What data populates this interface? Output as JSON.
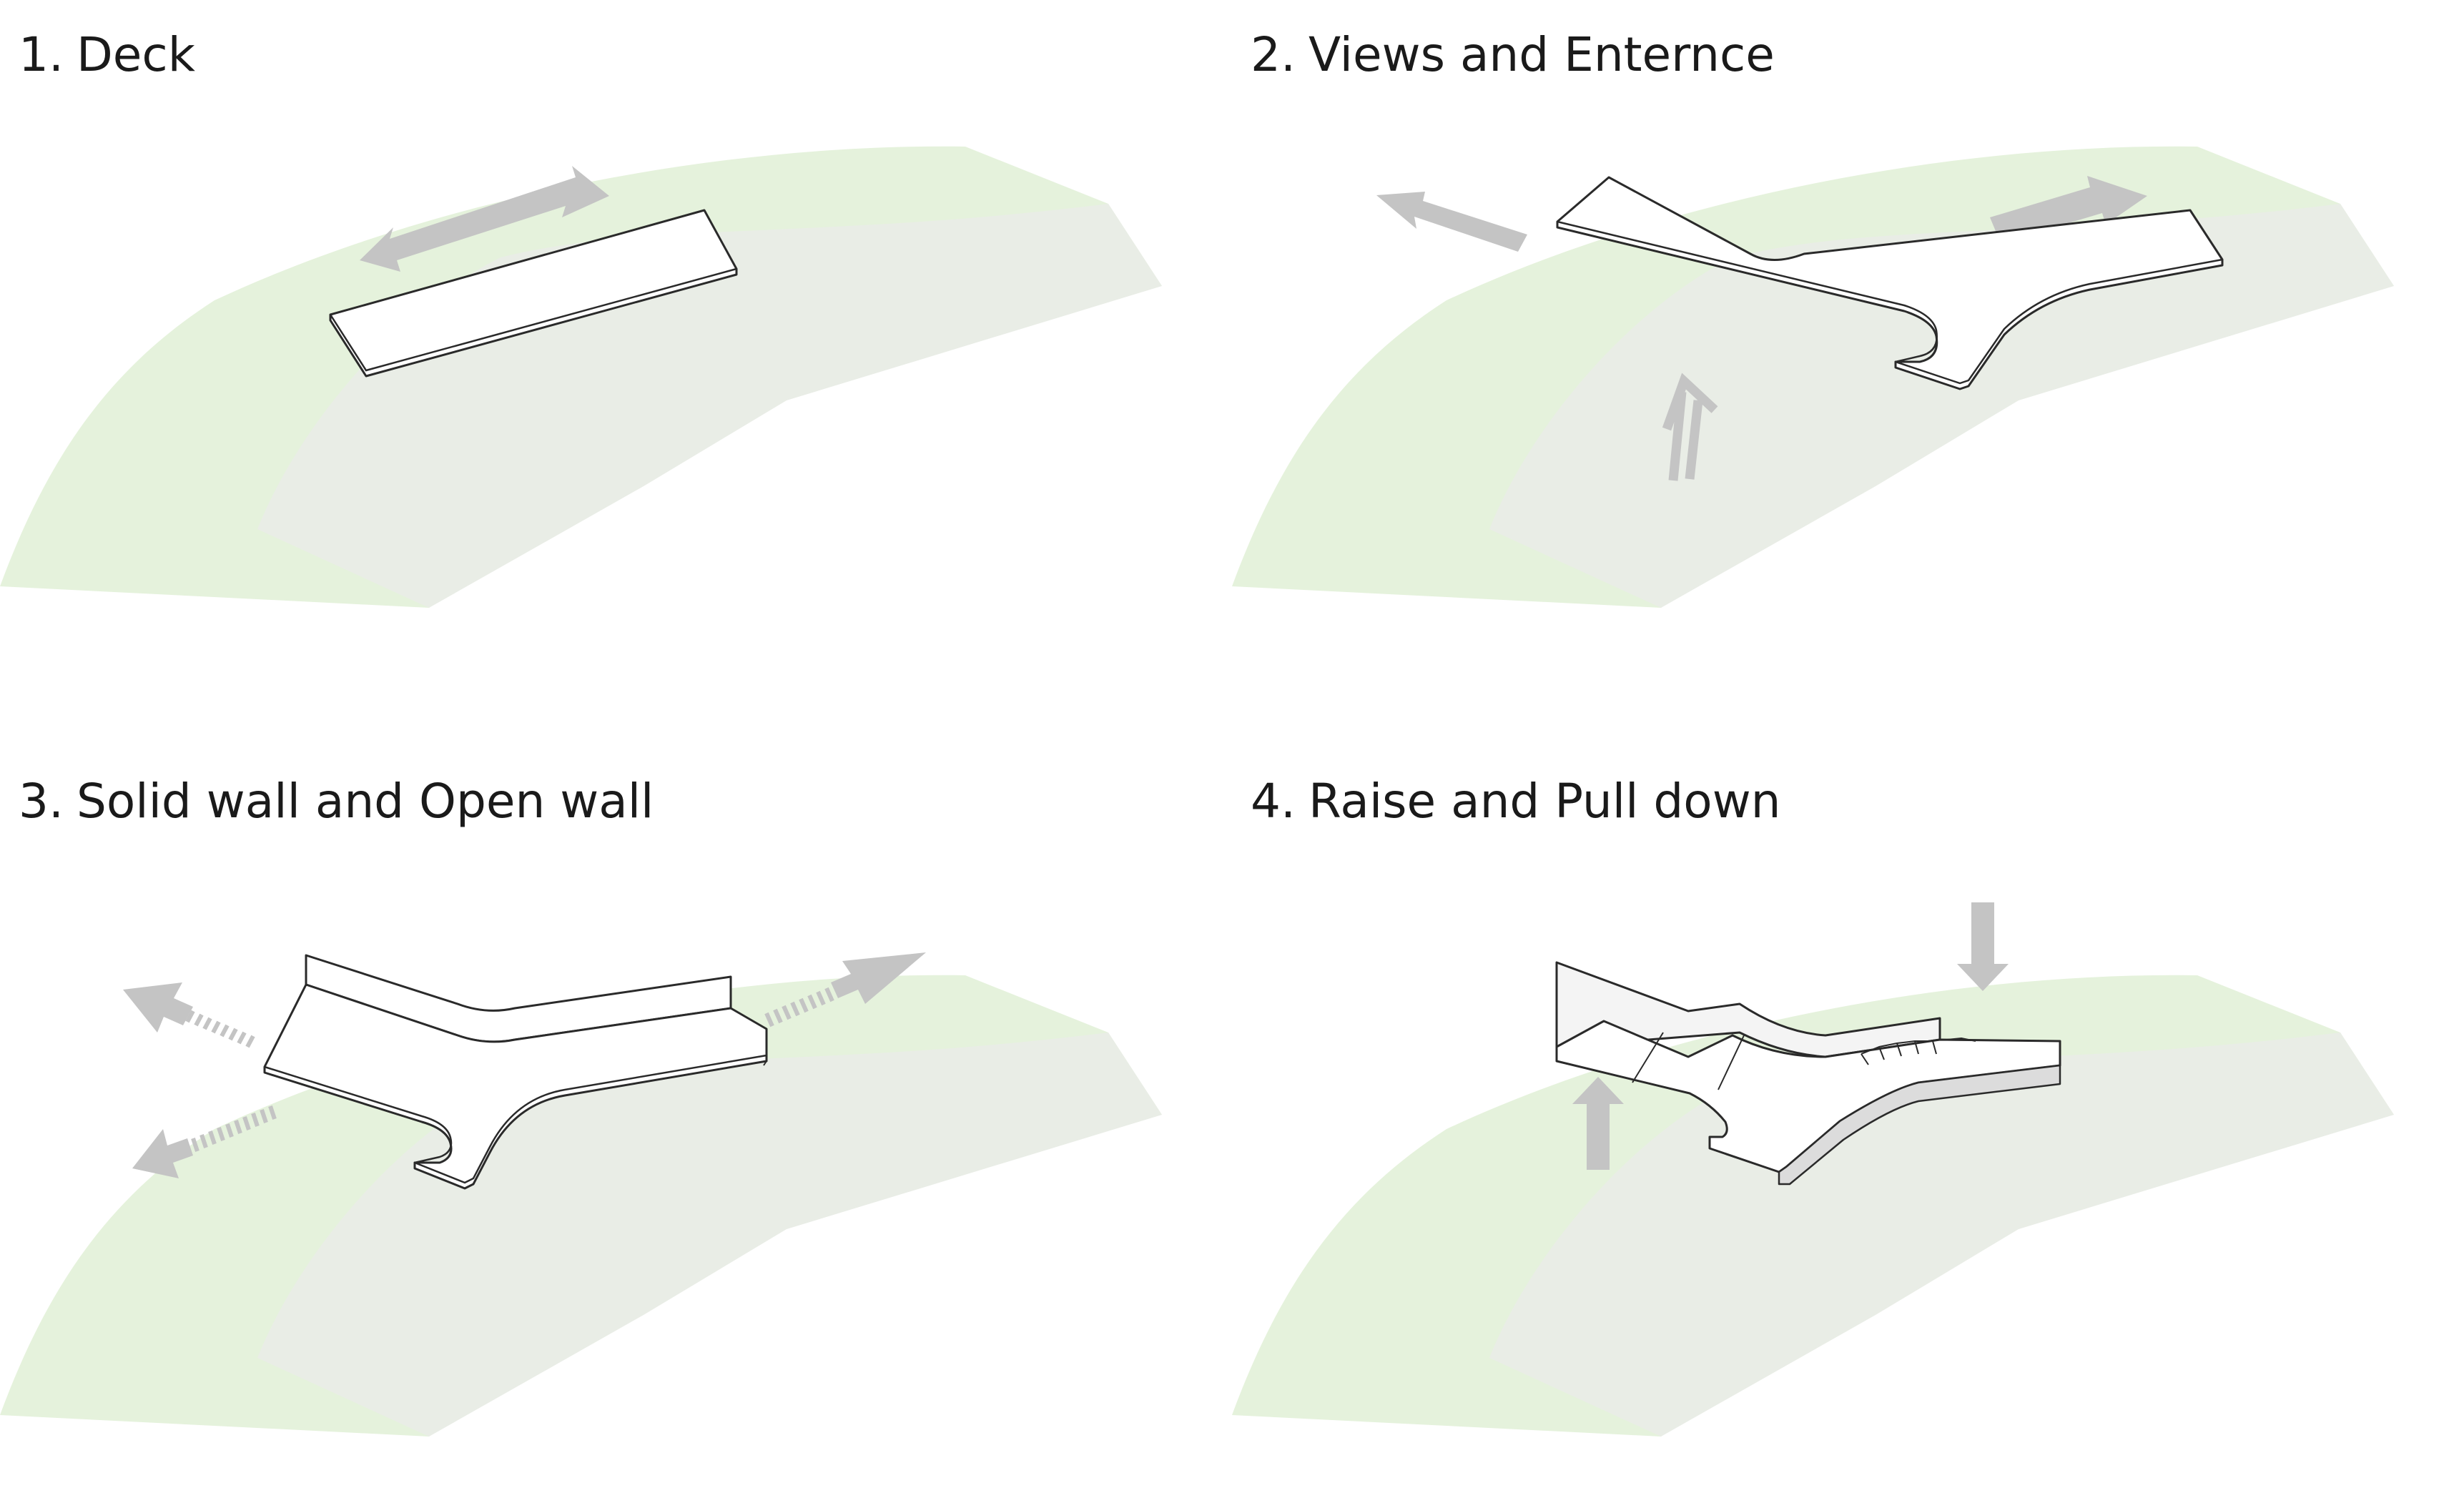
{
  "panels": [
    {
      "number": "1.",
      "title": "Deck"
    },
    {
      "number": "2.",
      "title": "Views and Enternce"
    },
    {
      "number": "3.",
      "title": "Solid wall and Open wall"
    },
    {
      "number": "4.",
      "title": "Raise and Pull down"
    }
  ],
  "colors": {
    "terrain_green": "#e5f2dc",
    "terrain_grey": "#e9ede6",
    "arrow_grey": "#c4c4c4",
    "deck_fill": "#ffffff",
    "deck_stroke": "#2a2a2a"
  }
}
